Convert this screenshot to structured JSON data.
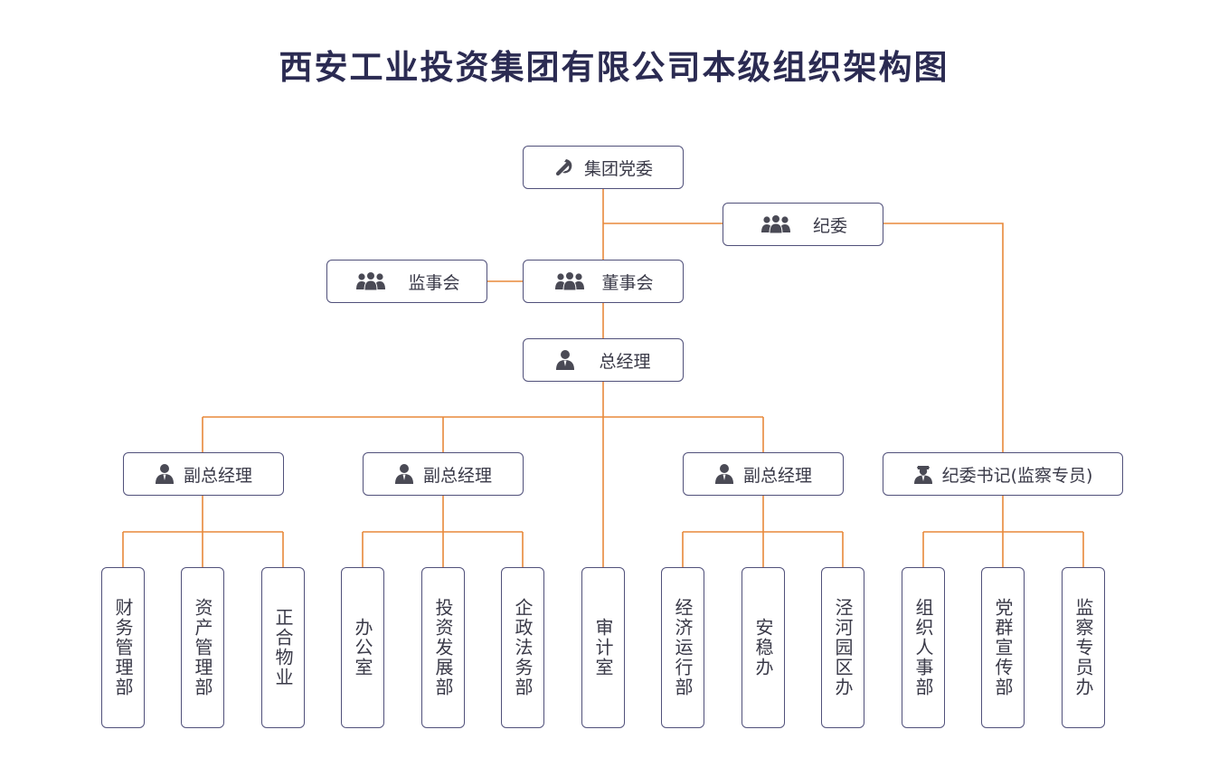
{
  "title": "西安工业投资集团有限公司本级组织架构图",
  "colors": {
    "line": "#e8893a",
    "border": "#50507a",
    "title": "#2b2b52",
    "icon": "#4a4a55"
  },
  "top": {
    "party": {
      "label": "集团党委",
      "icon": "party-emblem-icon"
    },
    "discipline": {
      "label": "纪委",
      "icon": "group-icon"
    },
    "supervisory": {
      "label": "监事会",
      "icon": "group-icon"
    },
    "board": {
      "label": "董事会",
      "icon": "group-icon"
    },
    "gm": {
      "label": "总经理",
      "icon": "person-icon"
    }
  },
  "deputies": [
    {
      "label": "副总经理",
      "icon": "person-icon"
    },
    {
      "label": "副总经理",
      "icon": "person-icon"
    },
    {
      "label": "副总经理",
      "icon": "person-icon"
    }
  ],
  "secretary": {
    "label": "纪委书记(监察专员)",
    "icon": "officer-icon"
  },
  "departments": [
    {
      "label": "财务管理部"
    },
    {
      "label": "资产管理部"
    },
    {
      "label": "正合物业"
    },
    {
      "label": "办公室"
    },
    {
      "label": "投资发展部"
    },
    {
      "label": "企政法务部"
    },
    {
      "label": "审计室"
    },
    {
      "label": "经济运行部"
    },
    {
      "label": "安稳办"
    },
    {
      "label": "泾河园区办"
    },
    {
      "label": "组织人事部"
    },
    {
      "label": "党群宣传部"
    },
    {
      "label": "监察专员办"
    }
  ]
}
